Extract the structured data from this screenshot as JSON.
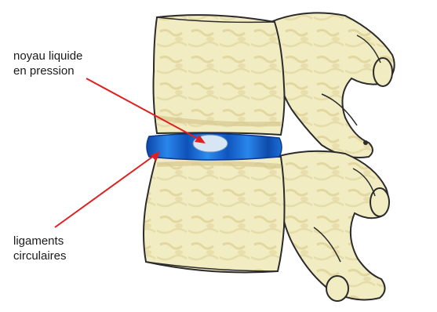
{
  "labels": {
    "nucleus": [
      "noyau liquide",
      "en pression"
    ],
    "ligaments": [
      "ligaments",
      "circulaires"
    ]
  },
  "colors": {
    "bone_fill": "#f2ecc3",
    "bone_shadow": "#d6c98e",
    "bone_outline": "#2b2b2b",
    "disc_blue": "#1f6fd6",
    "disc_dark": "#0d47a8",
    "nucleus_fill": "#d8e6f4",
    "arrow_red": "#e02020"
  }
}
